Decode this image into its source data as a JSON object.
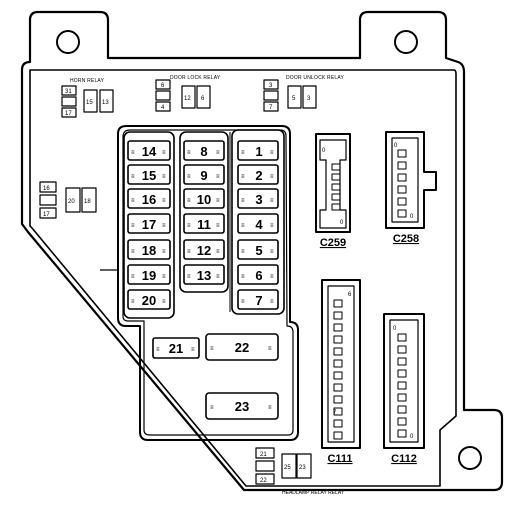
{
  "relays": {
    "horn": {
      "label": "HORN RELAY",
      "pins": [
        "31",
        "15",
        "13",
        "17"
      ]
    },
    "door_lock": {
      "label": "DOOR LOCK RELAY",
      "pins": [
        "6",
        "12",
        "6",
        "4"
      ]
    },
    "door_unlock": {
      "label": "DOOR UNLOCK RELAY",
      "pins": [
        "3",
        "5",
        "3",
        "7"
      ]
    },
    "left": {
      "pins": [
        "16",
        "20",
        "18",
        "17"
      ]
    },
    "headlamp": {
      "label": "HEADLAMP RELAY RELAY",
      "pins": [
        "21",
        "25",
        "23",
        "22"
      ]
    }
  },
  "fuses": {
    "left_column": [
      "14",
      "15",
      "16",
      "17",
      "18",
      "19",
      "20"
    ],
    "middle_column": [
      "8",
      "9",
      "10",
      "11",
      "12",
      "13"
    ],
    "right_column": [
      "1",
      "2",
      "3",
      "4",
      "5",
      "6",
      "7"
    ],
    "bottom": [
      "21",
      "22",
      "23"
    ]
  },
  "connectors": {
    "c259": {
      "label": "C259",
      "pins": [
        "0",
        "0"
      ]
    },
    "c258": {
      "label": "C258",
      "pins": [
        "0",
        "0"
      ]
    },
    "c111": {
      "label": "C111",
      "pins": [
        "6",
        "7"
      ]
    },
    "c112": {
      "label": "C112",
      "pins": [
        "0",
        "0"
      ]
    }
  }
}
